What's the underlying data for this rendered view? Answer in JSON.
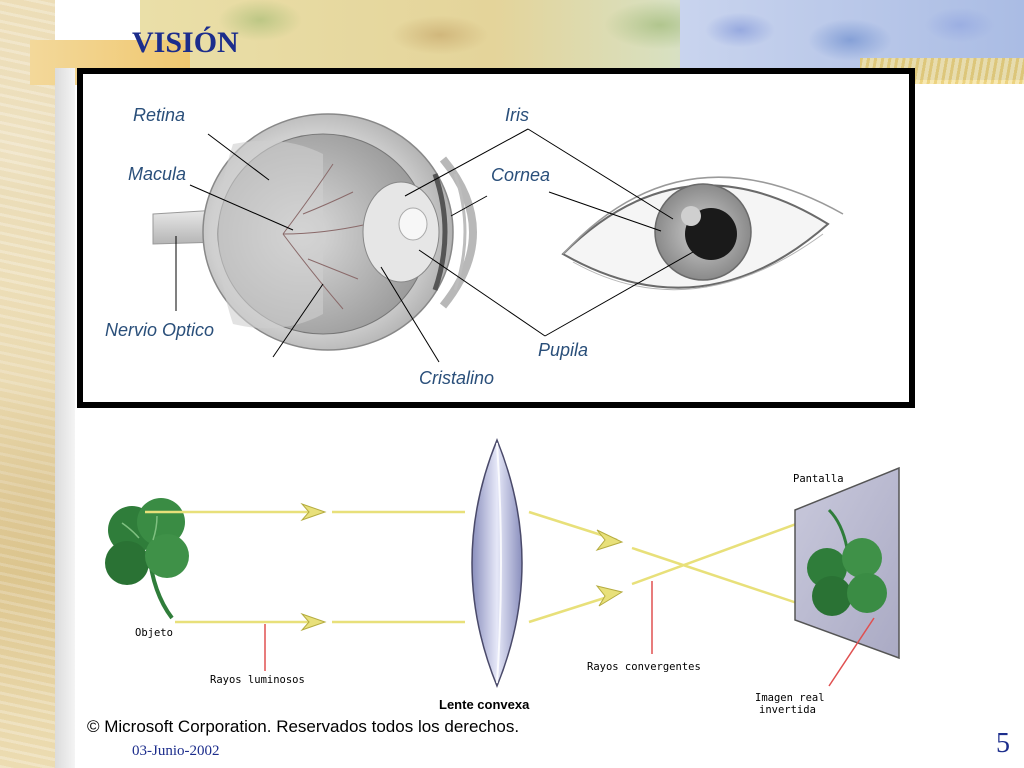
{
  "slide": {
    "title": "VISIÓN",
    "date": "03-Junio-2002",
    "page_number": "5"
  },
  "eye_diagram": {
    "labels": {
      "retina": "Retina",
      "macula": "Macula",
      "nervio_optico": "Nervio Optico",
      "iris": "Iris",
      "cornea": "Cornea",
      "pupila": "Pupila",
      "cristalino": "Cristalino"
    }
  },
  "lens_diagram": {
    "labels": {
      "pantalla": "Pantalla",
      "objeto": "Objeto",
      "rayos_luminosos": "Rayos luminosos",
      "lente_convexa": "Lente convexa",
      "rayos_convergentes": "Rayos convergentes",
      "imagen_line1": "Imagen real",
      "imagen_line2": "invertida"
    },
    "copyright": "© Microsoft Corporation. Reservados todos los derechos."
  },
  "colors": {
    "title": "#1c2d8c",
    "label_blue": "#2a4f7a",
    "ray_yellow": "#e8e07a",
    "pointer_red": "#e05050",
    "leaf_green": "#2f7d3a"
  }
}
